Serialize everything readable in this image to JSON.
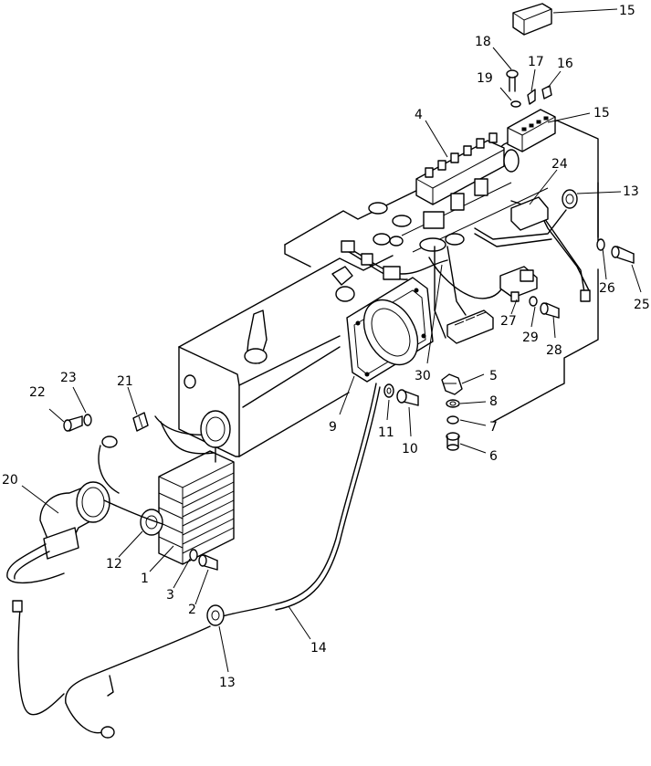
{
  "diagram": {
    "callouts": [
      {
        "id": "c15a",
        "label": "15"
      },
      {
        "id": "c18",
        "label": "18"
      },
      {
        "id": "c17",
        "label": "17"
      },
      {
        "id": "c16",
        "label": "16"
      },
      {
        "id": "c19",
        "label": "19"
      },
      {
        "id": "c15b",
        "label": "15"
      },
      {
        "id": "c4",
        "label": "4"
      },
      {
        "id": "c24",
        "label": "24"
      },
      {
        "id": "c13a",
        "label": "13"
      },
      {
        "id": "c26",
        "label": "26"
      },
      {
        "id": "c25",
        "label": "25"
      },
      {
        "id": "c27",
        "label": "27"
      },
      {
        "id": "c29",
        "label": "29"
      },
      {
        "id": "c28",
        "label": "28"
      },
      {
        "id": "c30",
        "label": "30"
      },
      {
        "id": "c5",
        "label": "5"
      },
      {
        "id": "c8",
        "label": "8"
      },
      {
        "id": "c7",
        "label": "7"
      },
      {
        "id": "c6",
        "label": "6"
      },
      {
        "id": "c9",
        "label": "9"
      },
      {
        "id": "c11",
        "label": "11"
      },
      {
        "id": "c10",
        "label": "10"
      },
      {
        "id": "c22",
        "label": "22"
      },
      {
        "id": "c23",
        "label": "23"
      },
      {
        "id": "c21",
        "label": "21"
      },
      {
        "id": "c20",
        "label": "20"
      },
      {
        "id": "c12",
        "label": "12"
      },
      {
        "id": "c1",
        "label": "1"
      },
      {
        "id": "c3",
        "label": "3"
      },
      {
        "id": "c2",
        "label": "2"
      },
      {
        "id": "c14",
        "label": "14"
      },
      {
        "id": "c13b",
        "label": "13"
      }
    ]
  }
}
